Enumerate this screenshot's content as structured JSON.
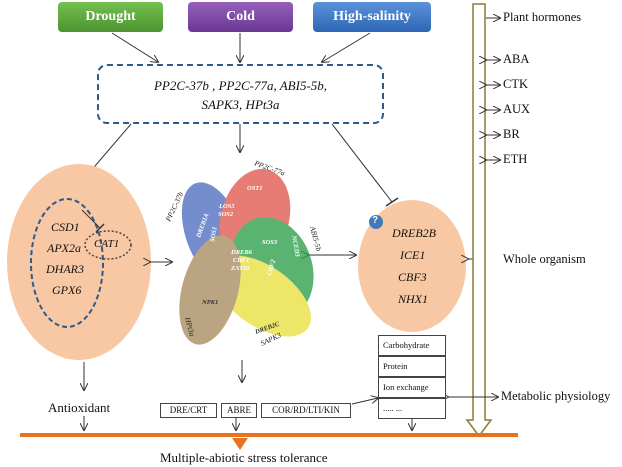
{
  "stresses": [
    {
      "label": "Drought",
      "color": "#5CA83C"
    },
    {
      "label": "Cold",
      "color": "#7A48A2"
    },
    {
      "label": "High-salinity",
      "color": "#3A78C8"
    }
  ],
  "central_genes": {
    "line1": "PP2C-37b , PP2C-77a,  ABI5-5b,",
    "line2": "SAPK3,  HPt3a"
  },
  "left_group": {
    "genes": [
      "CSD1",
      "APX2a",
      "DHAR3",
      "GPX6"
    ],
    "cat": "CAT1",
    "output": "Antioxidant"
  },
  "right_group": {
    "genes": [
      "DREB2B",
      "ICE1",
      "CBF3",
      "NHX1"
    ],
    "question": "?"
  },
  "venn": {
    "sets": [
      {
        "label": "PP2C-37b",
        "color": "#4F6EC0"
      },
      {
        "label": "PP2C-77a",
        "color": "#E0584E"
      },
      {
        "label": "ABI5-5b",
        "color": "#2E9E4A"
      },
      {
        "label": "SAPK3",
        "color": "#E8E040"
      },
      {
        "label": "HPt3a",
        "color": "#A88B60"
      }
    ],
    "inner_labels": [
      "OST1",
      "DREB1A",
      "LOS5",
      "SOS2",
      "SOS1",
      "SOS3",
      "NCED3",
      "DREB6",
      "CBF1",
      "ZAT10",
      "CBF2",
      "NPK1",
      "DREB2C"
    ]
  },
  "promoters": [
    "DRE/CRT",
    "ABRE",
    "COR/RD/LTI/KIN"
  ],
  "metabolites": [
    "Carbohydrate",
    "Protein",
    "Ion exchange",
    "..... ..."
  ],
  "levels": [
    {
      "label": "Plant hormones"
    },
    {
      "label": "Whole organism"
    },
    {
      "label": "Metabolic physiology"
    }
  ],
  "hormones": [
    "ABA",
    "CTK",
    "AUX",
    "BR",
    "ETH"
  ],
  "result": "Multiple-abiotic stress tolerance",
  "colors": {
    "accent": "#E8731E",
    "salmon": "#F8C8A4",
    "dashed": "#2E5A8A",
    "arrow_outline": "#8B7A3A"
  }
}
